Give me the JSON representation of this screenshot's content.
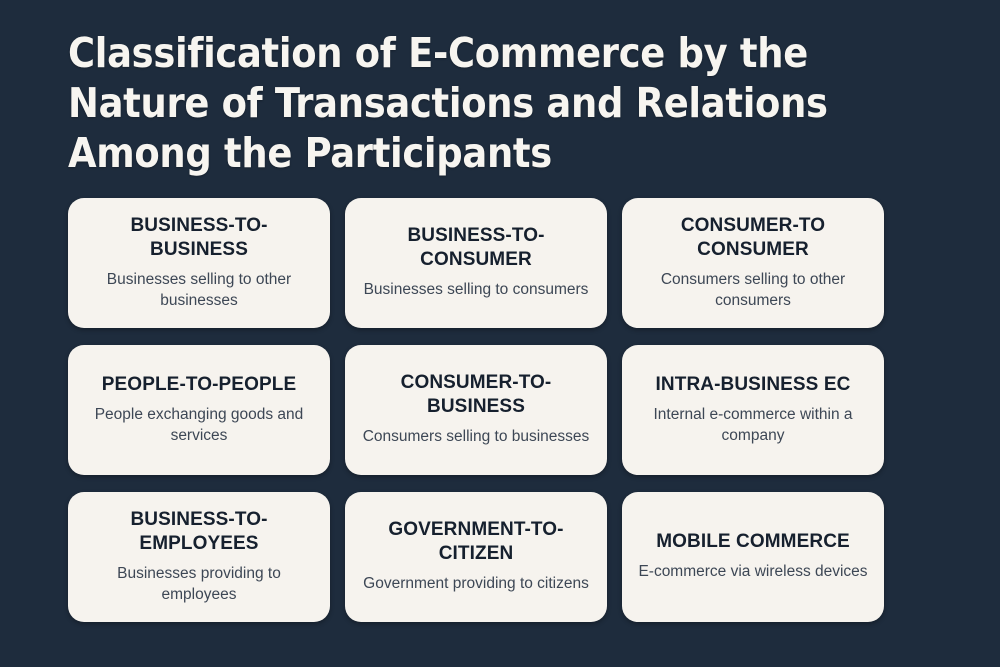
{
  "theme": {
    "background_color": "#1e2c3d",
    "card_background_color": "#f6f3ee",
    "title_color": "#f7f5f0",
    "card_title_color": "#16202e",
    "card_desc_color": "#3d4755"
  },
  "header": {
    "title": "Classification of E-Commerce by the Nature of Transactions and Relations Among the Participants"
  },
  "cards": [
    {
      "title": "BUSINESS-TO-BUSINESS",
      "description": "Businesses selling to other businesses"
    },
    {
      "title": "BUSINESS-TO-CONSUMER",
      "description": "Businesses selling to consumers"
    },
    {
      "title": "CONSUMER-TO CONSUMER",
      "description": "Consumers selling to other consumers"
    },
    {
      "title": "PEOPLE-TO-PEOPLE",
      "description": "People exchanging goods and services"
    },
    {
      "title": "CONSUMER-TO-BUSINESS",
      "description": "Consumers selling to businesses"
    },
    {
      "title": "INTRA-BUSINESS EC",
      "description": "Internal e-commerce within a company"
    },
    {
      "title": "BUSINESS-TO-EMPLOYEES",
      "description": "Businesses providing to employees"
    },
    {
      "title": "GOVERNMENT-TO-CITIZEN",
      "description": "Government providing to citizens"
    },
    {
      "title": "MOBILE COMMERCE",
      "description": "E-commerce via wireless devices"
    }
  ]
}
